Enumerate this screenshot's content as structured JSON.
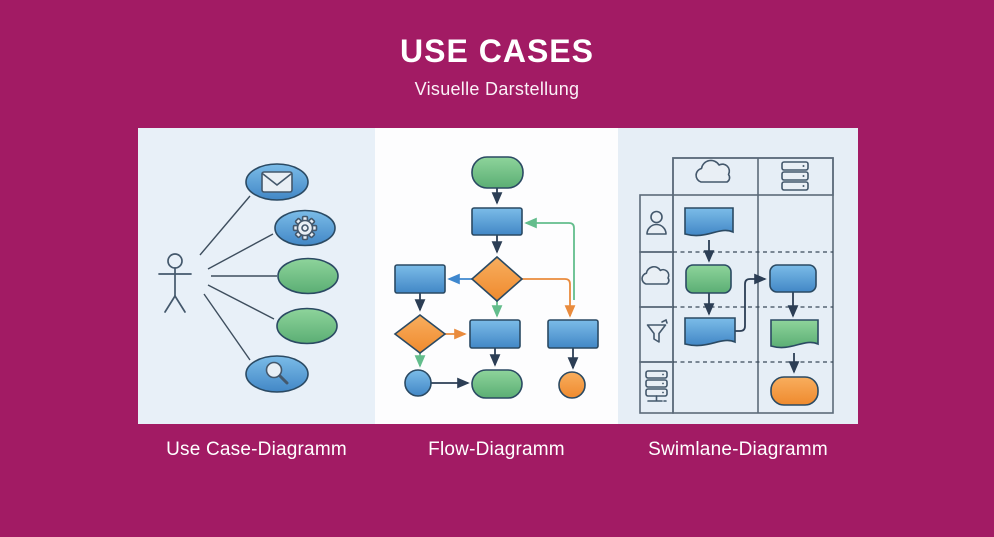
{
  "header": {
    "title": "USE CASES",
    "subtitle": "Visuelle Darstellung"
  },
  "captions": {
    "use_case": "Use Case-Diagramm",
    "flow": "Flow-Diagramm",
    "swimlane": "Swimlane-Diagramm"
  },
  "panels": {
    "use_case": {
      "actor": "stick-figure",
      "ellipses": [
        {
          "fill": "blue",
          "icon": "envelope-icon"
        },
        {
          "fill": "blue",
          "icon": "gear-icon"
        },
        {
          "fill": "green",
          "icon": null
        },
        {
          "fill": "green",
          "icon": null
        },
        {
          "fill": "blue",
          "icon": "magnifier-icon"
        }
      ]
    },
    "flow": {
      "nodes": [
        "start-green-rounded",
        "process-blue",
        "decision-orange-diamond",
        "process-blue-left",
        "decision-orange-diamond-2",
        "process-blue-center",
        "process-blue-right",
        "connector-blue-circle",
        "end-green-rounded",
        "end-orange-circle"
      ]
    },
    "swimlane": {
      "column_headers": [
        "cloud-icon",
        "server-icon"
      ],
      "lane_icons": [
        "person-icon",
        "cloud-icon",
        "funnel-icon",
        "server-icon"
      ],
      "nodes": [
        "document-blue",
        "process-green",
        "document-blue-2",
        "process-blue",
        "document-green",
        "end-orange-rounded"
      ]
    }
  },
  "theme": {
    "bg": "#A21B64",
    "panel-light": "#E8F0F8",
    "panel-light2": "#E6EEF6",
    "panel-white": "#FDFDFE",
    "blue-top": "#7BBCE8",
    "blue-bot": "#4287C6",
    "green-top": "#8ED49B",
    "green-bot": "#5BAE74",
    "orange-top": "#F8AE5E",
    "orange-bot": "#EF8A2E",
    "gray-top": "#BBC6D2",
    "gray-bot": "#93A0AF",
    "shape-border": "#2B4A63",
    "arrow-navy": "#2C3E55",
    "arrow-green": "#63BD8C",
    "arrow-orange": "#E98B3D",
    "arrow-blue": "#3E87CE",
    "icon-stroke": "#44586C",
    "icon-fill": "#E9EFF5",
    "grid-border": "#5C6B7A",
    "text": "#FFFFFF"
  }
}
